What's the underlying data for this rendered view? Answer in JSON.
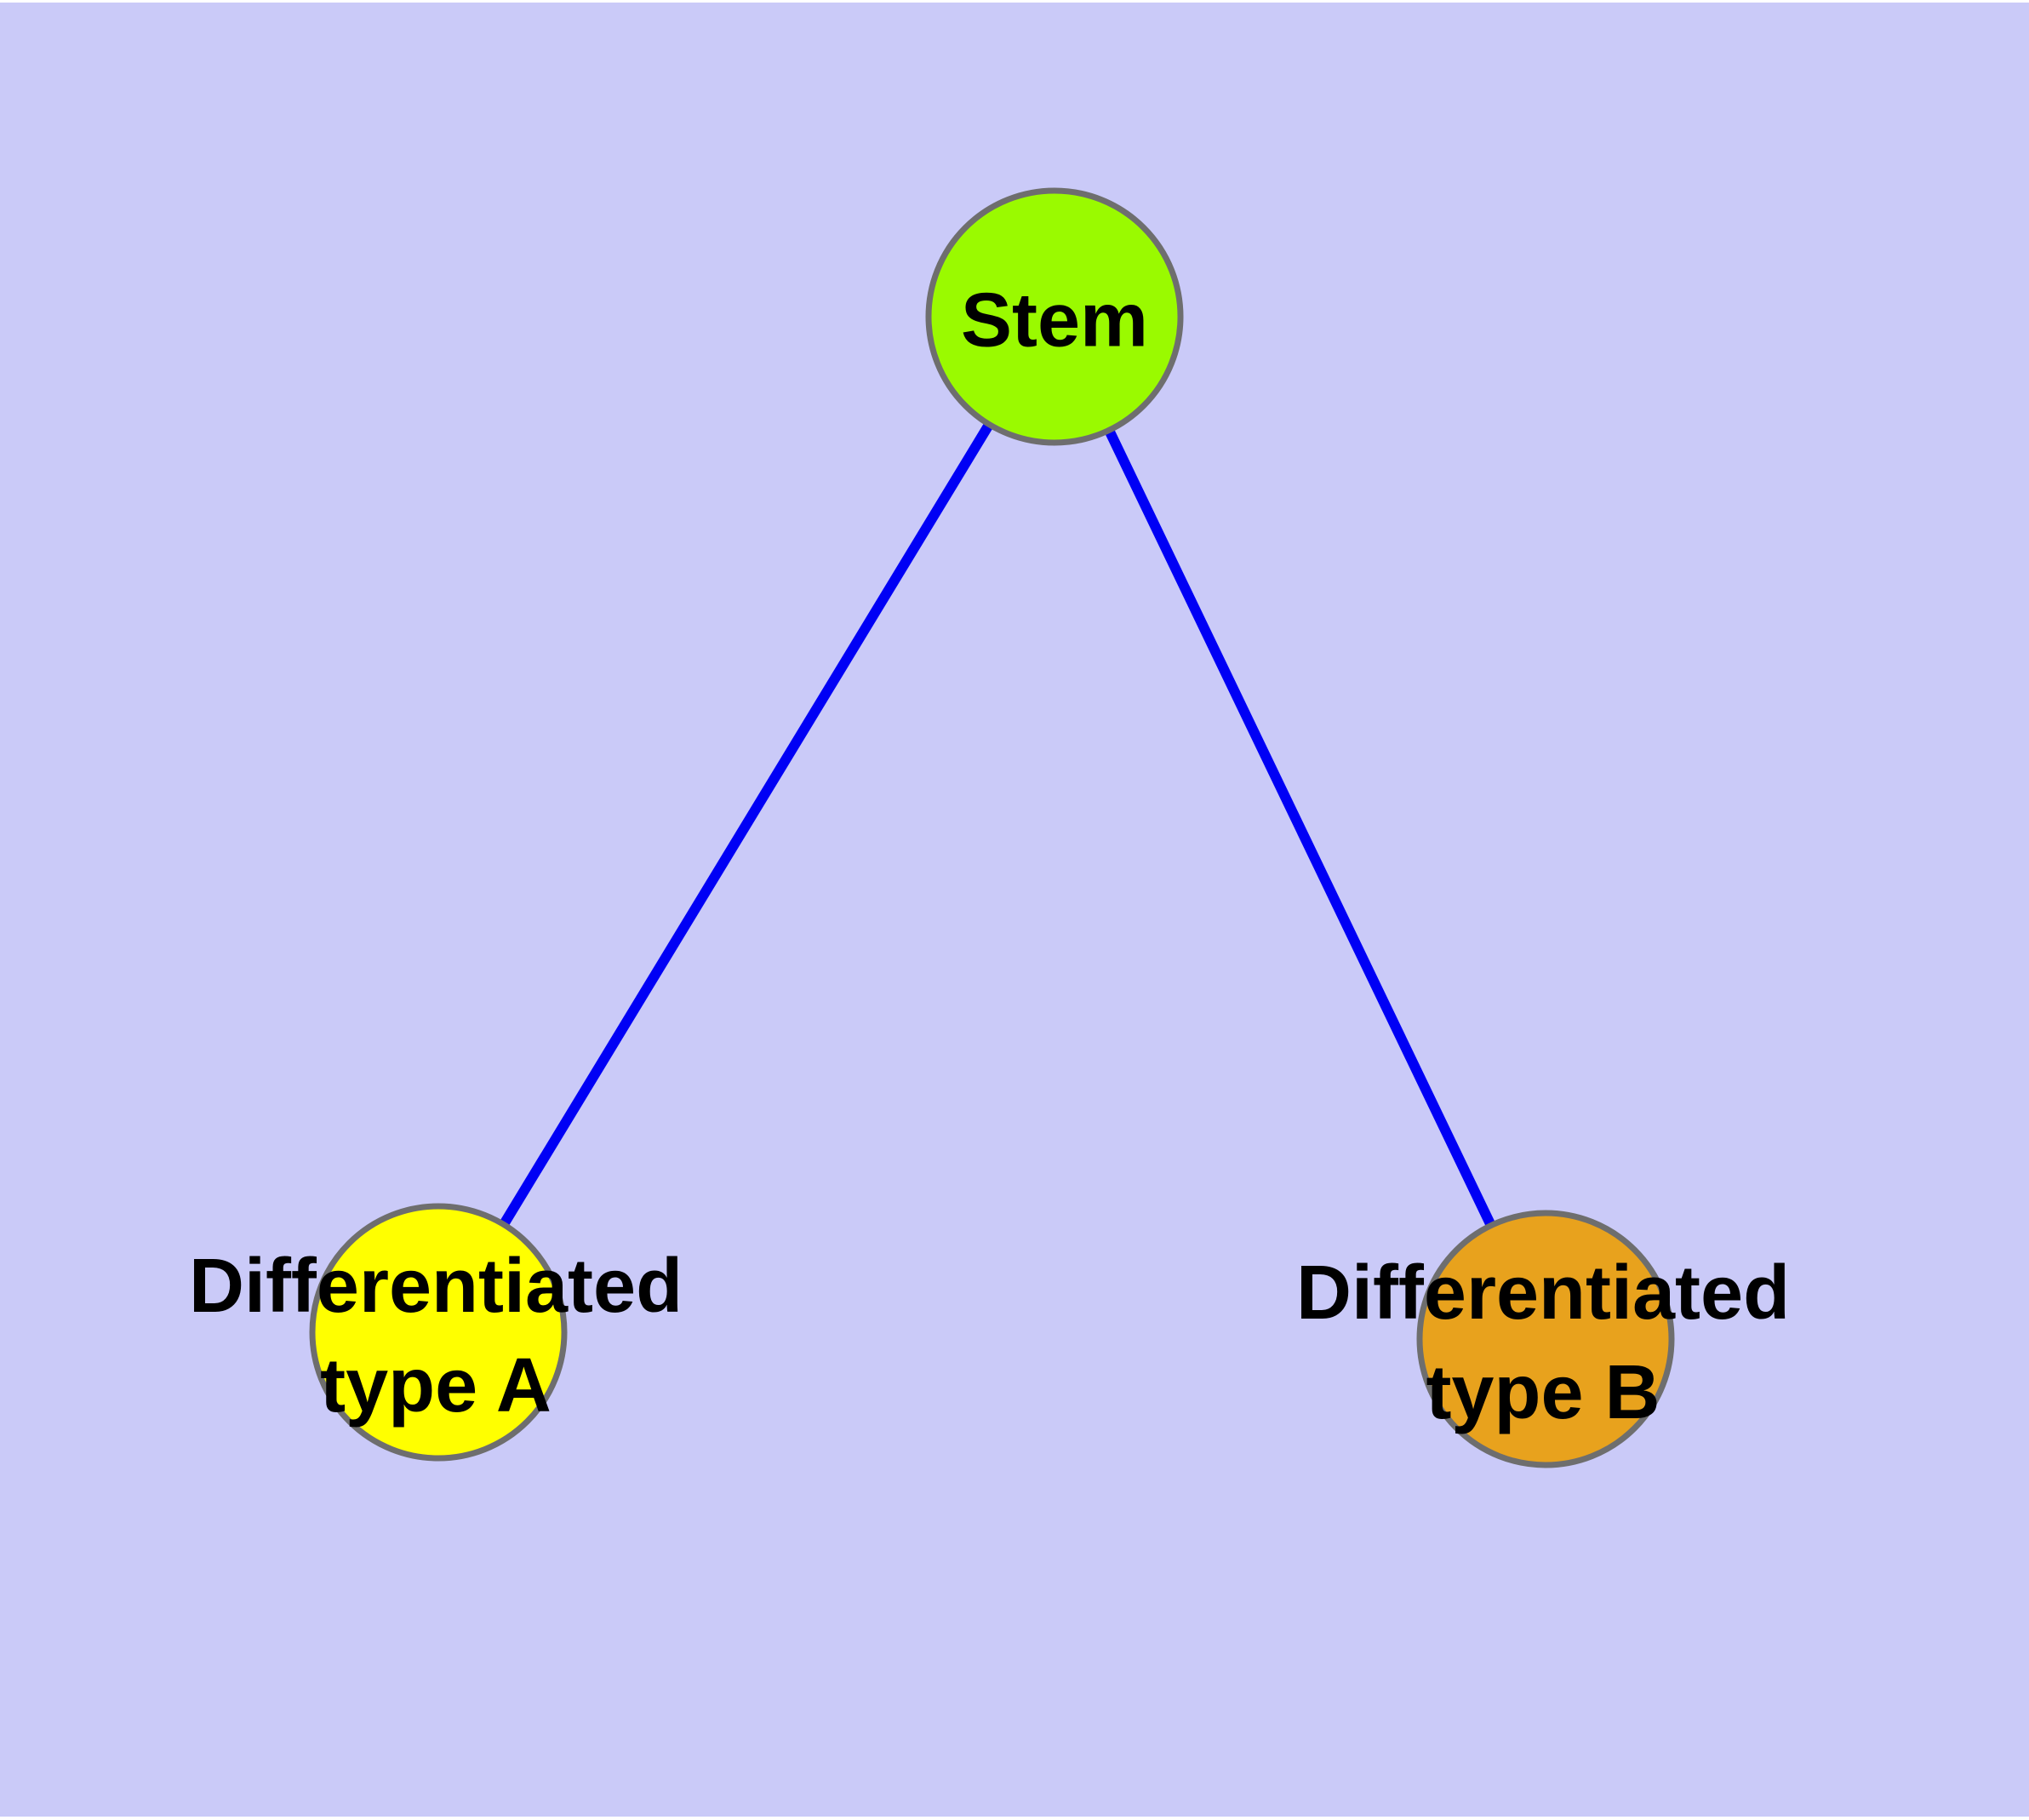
{
  "diagram": {
    "type": "graph",
    "background_color": "#CACAF8",
    "frame_color": "#FFFFFF",
    "node_border_color": "#6E6E6E",
    "edge_color": "#0000F5",
    "label_color": "#000000",
    "nodes": [
      {
        "id": "stem",
        "label": "Stem",
        "fill": "#9AFA00"
      },
      {
        "id": "differentiated-type-a",
        "label": "Differentiated\ntype A",
        "fill": "#FFFF00"
      },
      {
        "id": "differentiated-type-b",
        "label": "Differentiated\ntype B",
        "fill": "#E8A21D"
      }
    ],
    "edges": [
      {
        "from": "stem",
        "to": "differentiated-type-a",
        "color": "#0000F5"
      },
      {
        "from": "stem",
        "to": "differentiated-type-b",
        "color": "#0000F5"
      }
    ]
  }
}
